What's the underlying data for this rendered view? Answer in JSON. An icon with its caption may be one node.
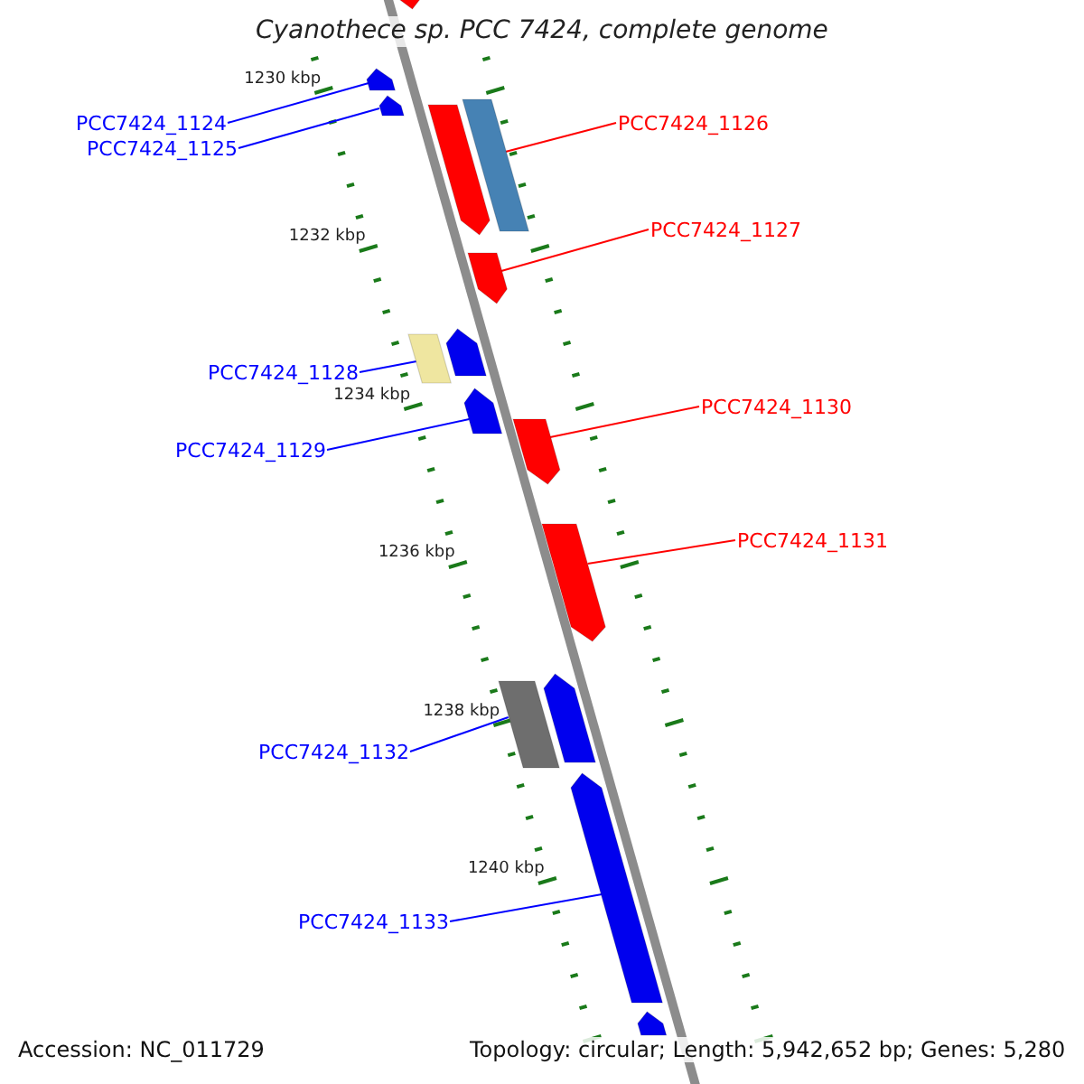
{
  "diagram": {
    "title": "Cyanothece sp. PCC 7424, complete genome",
    "nodes": [
      {
        "text": [
          "PCC7424_1124"
        ]
      },
      {
        "text": [
          "PCC7424_1125"
        ]
      },
      {
        "text": [
          "PCC7424_1126"
        ]
      },
      {
        "text": [
          "PCC7424_1127"
        ]
      },
      {
        "text": [
          "PCC7424_1128"
        ]
      },
      {
        "text": [
          "PCC7424_1129"
        ]
      },
      {
        "text": [
          "PCC7424_1130"
        ]
      },
      {
        "text": [
          "PCC7424_1131"
        ]
      },
      {
        "text": [
          "PCC7424_1132"
        ]
      },
      {
        "text": [
          "PCC7424_1133"
        ]
      },
      {
        "text": [],
        "shape": "pentagon"
      },
      {
        "text": [],
        "shape": "pentagon"
      },
      {
        "text": [],
        "shape": "pentagon"
      },
      {
        "text": [],
        "shape": "bar"
      },
      {
        "text": [],
        "shape": "pentagon"
      },
      {
        "text": [],
        "shape": "pentagon"
      },
      {
        "text": [],
        "shape": "pentagon"
      },
      {
        "text": [],
        "shape": "bar"
      },
      {
        "text": [],
        "shape": "pentagon"
      },
      {
        "text": [],
        "shape": "pentagon"
      },
      {
        "text": [],
        "shape": "pentagon"
      },
      {
        "text": [],
        "shape": "pentagon"
      },
      {
        "text": [],
        "shape": "bar"
      },
      {
        "text": [],
        "shape": "pentagon"
      },
      {
        "text": [],
        "shape": "pentagon"
      }
    ],
    "edges": [
      {
        "from": 0,
        "to": 11,
        "arrow": "none"
      },
      {
        "from": 1,
        "to": 12,
        "arrow": "none"
      },
      {
        "from": 2,
        "to": 13,
        "arrow": "none",
        "color": "#ff0000"
      },
      {
        "from": 3,
        "to": 15,
        "arrow": "none",
        "color": "#ff0000"
      },
      {
        "from": 4,
        "to": 17,
        "arrow": "none"
      },
      {
        "from": 5,
        "to": 18,
        "arrow": "none"
      },
      {
        "from": 6,
        "to": 19,
        "arrow": "none",
        "color": "#ff0000"
      },
      {
        "from": 7,
        "to": 20,
        "arrow": "none",
        "color": "#ff0000"
      },
      {
        "from": 8,
        "to": 22,
        "arrow": "none"
      },
      {
        "from": 9,
        "to": 23,
        "arrow": "none"
      }
    ],
    "labels": [
      "1230 kbp",
      "1232 kbp",
      "1234 kbp",
      "1236 kbp",
      "1238 kbp",
      "1240 kbp",
      "Accession: NC_011729",
      "Topology: circular; Length: 5,942,652 bp; Genes: 5,280"
    ]
  }
}
